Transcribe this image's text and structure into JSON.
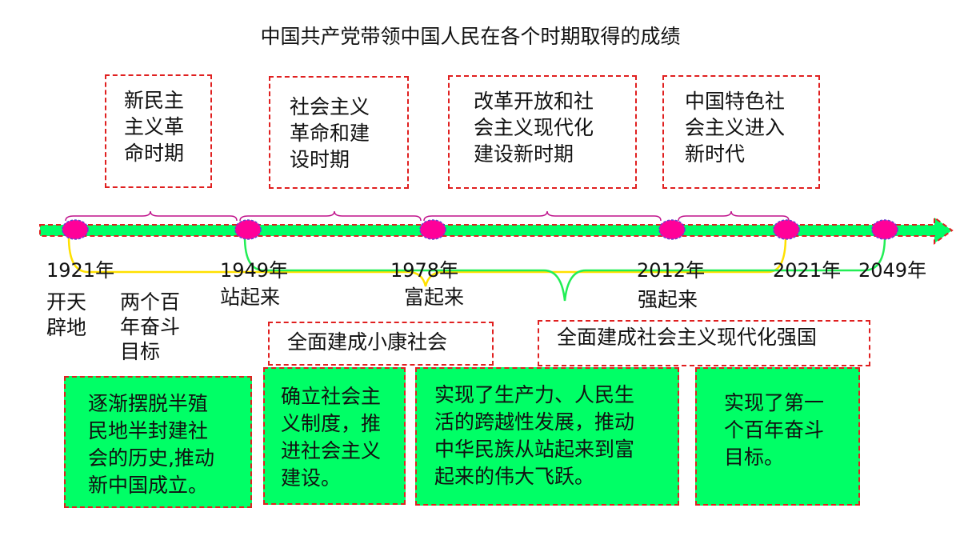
{
  "title": "中国共产党带领中国人民在各个时期取得的成绩",
  "periods": [
    {
      "lines": [
        "新民主",
        "主义革",
        "命时期"
      ]
    },
    {
      "lines": [
        "社会主义",
        "革命和建",
        "设时期"
      ]
    },
    {
      "lines": [
        "改革开放和社",
        "会主义现代化",
        "建设新时期"
      ]
    },
    {
      "lines": [
        "中国特色社",
        "会主义进入",
        "新时代"
      ]
    }
  ],
  "years": [
    "1921年",
    "1949年",
    "1978年",
    "2012年",
    "2021年",
    "2049年"
  ],
  "slogans": {
    "kaitian": [
      "开天",
      "辟地"
    ],
    "zhanqilai": "站起来",
    "fuqilai": "富起来",
    "qiangqilai": "强起来"
  },
  "goal_label": [
    "两个百",
    "年奋斗",
    "目标"
  ],
  "milestones": {
    "xiaokang": "全面建成小康社会",
    "qiangguo": "全面建成社会主义现代化强国"
  },
  "achievements": [
    {
      "lines": [
        "逐渐摆脱半殖",
        "民地半封建社",
        "会的历史,推动",
        "新中国成立。"
      ]
    },
    {
      "lines": [
        "确立社会主",
        "义制度，推",
        "进社会主义",
        "建设。"
      ]
    },
    {
      "lines": [
        "实现了生产力、人民生",
        "活的跨越性发展，推动",
        "中华民族从站起来到富",
        "起来的伟大飞跃。"
      ]
    },
    {
      "lines": [
        "实现了第一",
        "个百年奋斗",
        "目标。"
      ]
    }
  ],
  "colors": {
    "timeline": "#00ff66",
    "node_fill": "#ff0099",
    "node_border": "#6a3fd0",
    "bracket": "#c0148c",
    "box_border": "#e02020",
    "yellow_brace": "#ffe000",
    "green_brace": "#22ee55"
  }
}
